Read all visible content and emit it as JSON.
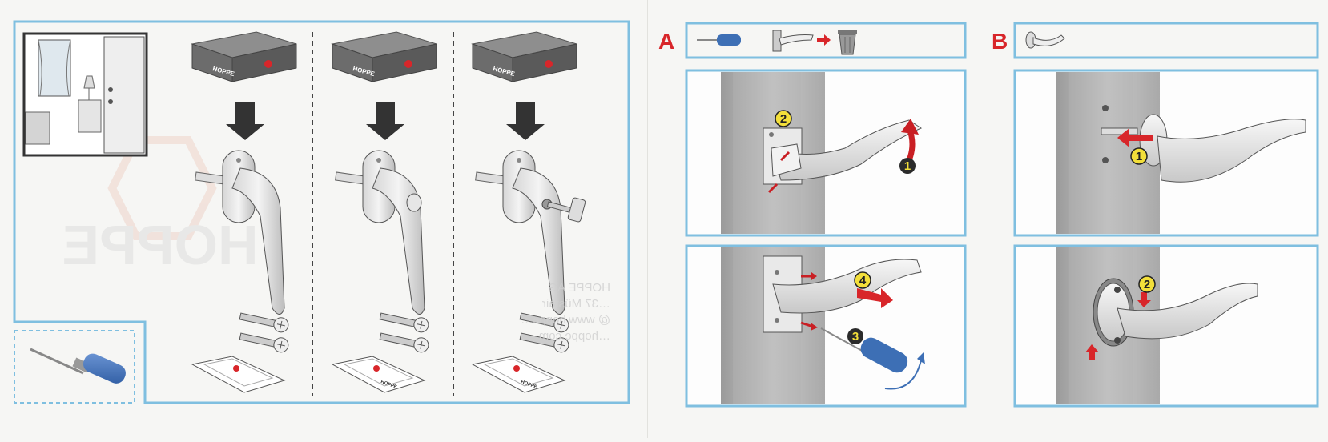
{
  "brand": {
    "box_label": "HOPPE",
    "watermark": "HOPPE"
  },
  "left_panel": {
    "variants": [
      {
        "box_label": "HOPPE",
        "lock": "none"
      },
      {
        "box_label": "HOPPE",
        "lock": "push-button"
      },
      {
        "box_label": "HOPPE",
        "lock": "key"
      }
    ],
    "leaflet_label": "HOPPE",
    "ghost_lines": [
      "HOPPE AG",
      "…37 Müstair",
      "@ www.hoppe…",
      "…hoppe.com"
    ]
  },
  "section_a": {
    "letter": "A",
    "steps_top": [
      "2",
      "1"
    ],
    "steps_bottom": [
      "4",
      "3"
    ]
  },
  "section_b": {
    "letter": "B",
    "steps_top": [
      "1"
    ],
    "steps_bottom": [
      "2"
    ]
  },
  "colors": {
    "frame_blue": "#7fbfe0",
    "accent_red": "#d8262a",
    "step_dark": "#2b2b2b",
    "step_yellow": "#f3df3a",
    "screwdriver_blue": "#3d6fb5"
  }
}
